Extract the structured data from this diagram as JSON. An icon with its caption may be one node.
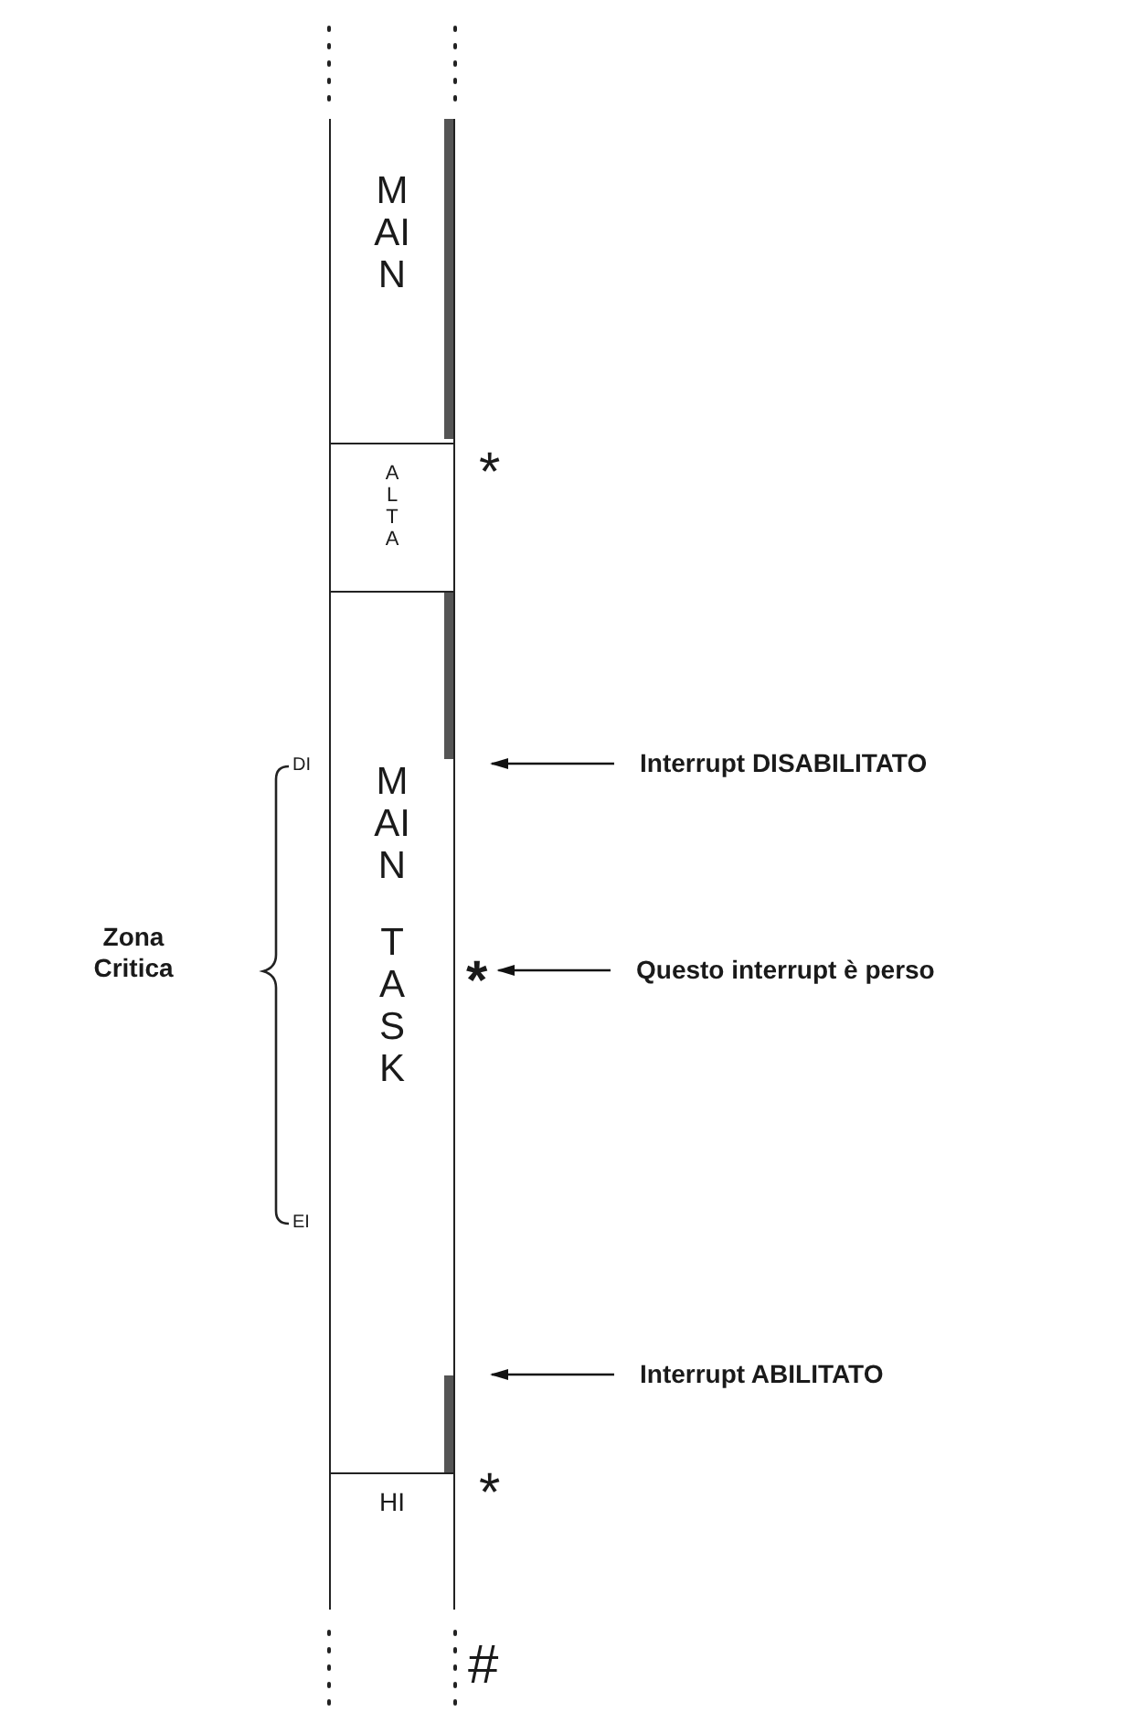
{
  "diagram": {
    "nodes": [
      {
        "text": [
          "MAIN"
        ]
      },
      {
        "text": [
          "ALTA"
        ]
      },
      {
        "text": [
          "MAIN TASK"
        ]
      },
      {
        "text": [
          "HI"
        ]
      },
      {
        "text": [
          "Interrupt DISABILITATO"
        ]
      },
      {
        "text": [
          "Questo interrupt è perso"
        ]
      },
      {
        "text": [
          "*"
        ]
      },
      {
        "text": [
          "Interrupt ABILITATO"
        ]
      }
    ],
    "edges": [
      {
        "from": 4,
        "to": 2,
        "arrow": "to"
      },
      {
        "from": 5,
        "to": 6,
        "arrow": "to"
      },
      {
        "from": 7,
        "to": 2,
        "arrow": "to"
      }
    ],
    "labels": [
      "*",
      "DI",
      "Zona Critica",
      "EI",
      "*",
      "#"
    ]
  }
}
